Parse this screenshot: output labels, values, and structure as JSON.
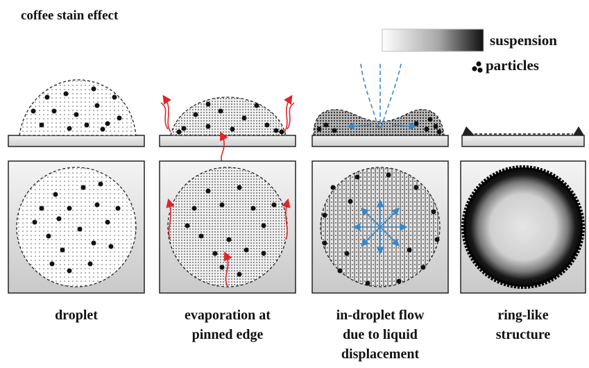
{
  "title": "coffee stain effect",
  "legend": {
    "suspension": "suspension",
    "particles": "particles"
  },
  "stages": [
    {
      "id": "droplet",
      "caption": [
        "droplet"
      ]
    },
    {
      "id": "evaporation",
      "caption": [
        "evaporation at",
        "pinned edge"
      ]
    },
    {
      "id": "flow",
      "caption": [
        "in-droplet flow",
        "due to liquid",
        "displacement"
      ]
    },
    {
      "id": "ring",
      "caption": [
        "ring-like",
        "structure"
      ]
    }
  ],
  "colors": {
    "evaporation_arrow": "#e0242a",
    "flow_arrow": "#3a87c8",
    "panel_fill": "#dcdcdc",
    "particle": "#111111"
  }
}
